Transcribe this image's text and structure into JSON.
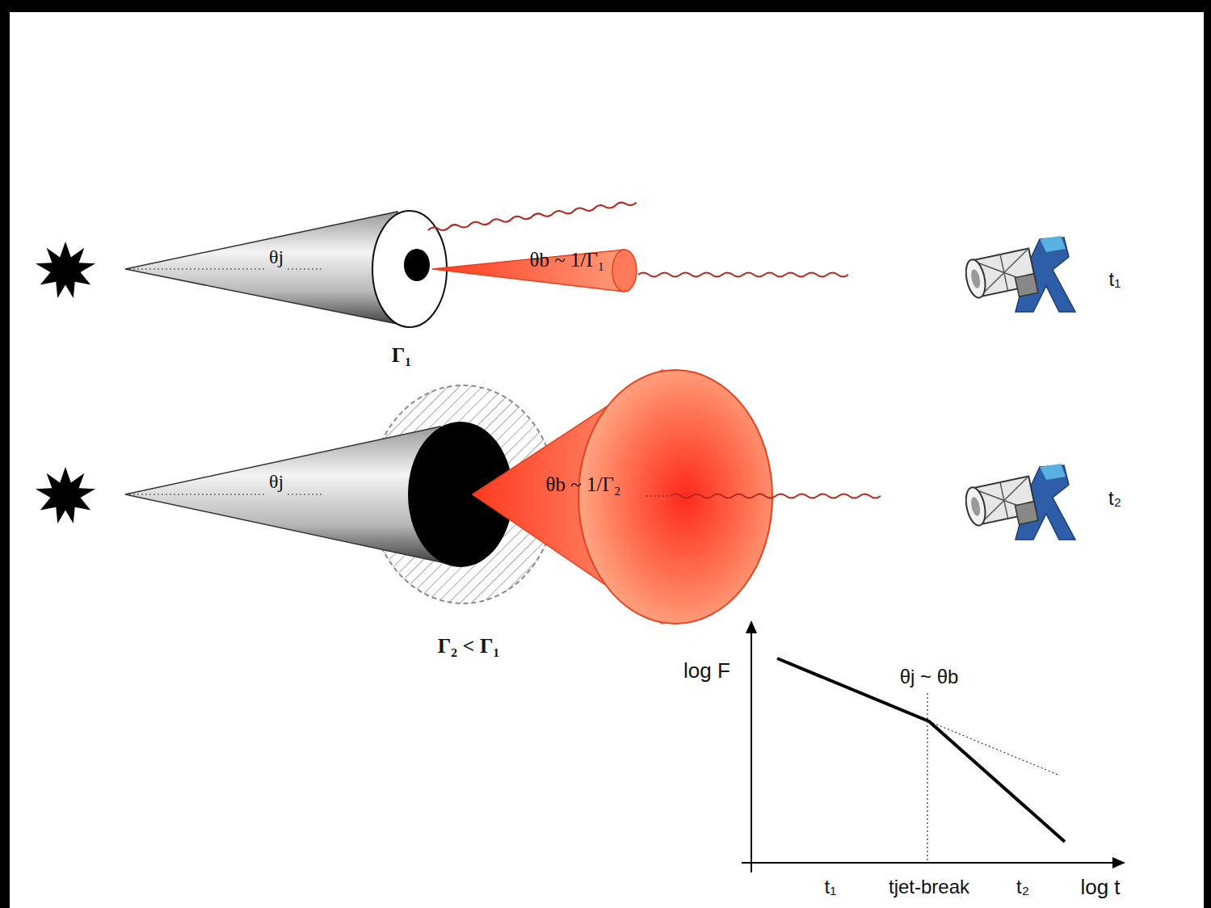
{
  "diagram": {
    "labels": [
      "θj",
      "θb ~ 1/Γ₁",
      "Γ₁",
      "θj",
      "θb ~ 1/Γ₂",
      "Γ₂ < Γ₁",
      "t₁",
      "t₂",
      "log F",
      "θj ~ θb",
      "t₁",
      "tjet-break",
      "t₂",
      "log t"
    ]
  }
}
